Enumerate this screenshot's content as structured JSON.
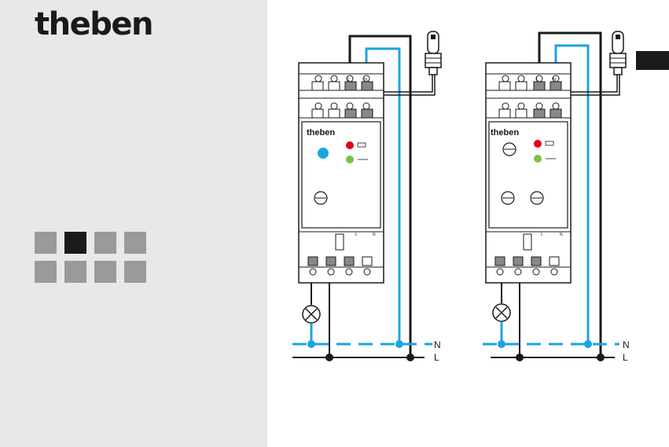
{
  "brand": {
    "logo_text": "theben"
  },
  "nav_grid": {
    "active_index": 1,
    "count": 8
  },
  "language_tab": {
    "color": "#1a1a1a"
  },
  "diagram_left": {
    "device_brand": "theben",
    "terminal_top_labels": [
      "L",
      "N"
    ],
    "terminal_bottom_labels": [
      "L",
      "N"
    ],
    "line_labels": [
      "N",
      "L"
    ]
  },
  "diagram_right": {
    "device_brand": "theben",
    "terminal_top_labels": [
      "L",
      "N"
    ],
    "terminal_bottom_labels": [
      "L",
      "N"
    ],
    "line_labels": [
      "N",
      "L"
    ]
  },
  "colors": {
    "neutral_wire": "#1aa5e0",
    "phase_wire": "#1a1a1a",
    "led_red": "#e2001a",
    "led_green": "#7dc142",
    "led_blue": "#1aa5e0",
    "panel_bg": "#e8e8e8"
  }
}
